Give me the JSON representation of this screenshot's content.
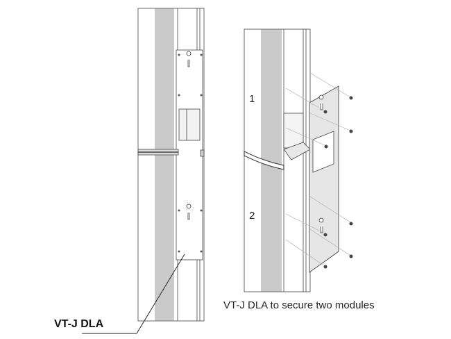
{
  "labels": {
    "module_1": "1",
    "module_2": "2",
    "caption": "VT-J DLA to secure two modules",
    "part_name": "VT-J DLA"
  },
  "colors": {
    "line": "#333333",
    "stripe": "#888888",
    "plate": "#e6e6e6"
  }
}
